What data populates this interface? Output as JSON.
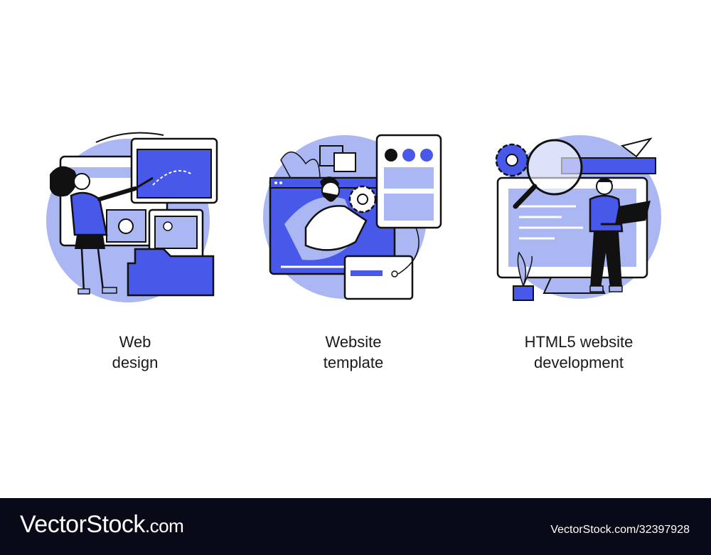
{
  "cards": [
    {
      "line1": "Web",
      "line2": "design",
      "icon": "web-design-illustration"
    },
    {
      "line1": "Website",
      "line2": "template",
      "icon": "website-template-illustration"
    },
    {
      "line1": "HTML5 website",
      "line2": "development",
      "icon": "html5-development-illustration"
    }
  ],
  "footer": {
    "brand_main": "VectorStock",
    "brand_tld": ".com",
    "image_id": "VectorStock.com/32397928"
  },
  "colors": {
    "accent": "#4858e8",
    "light_accent": "#aab7f3",
    "outline": "#111111",
    "footer_bg": "#080b17"
  }
}
